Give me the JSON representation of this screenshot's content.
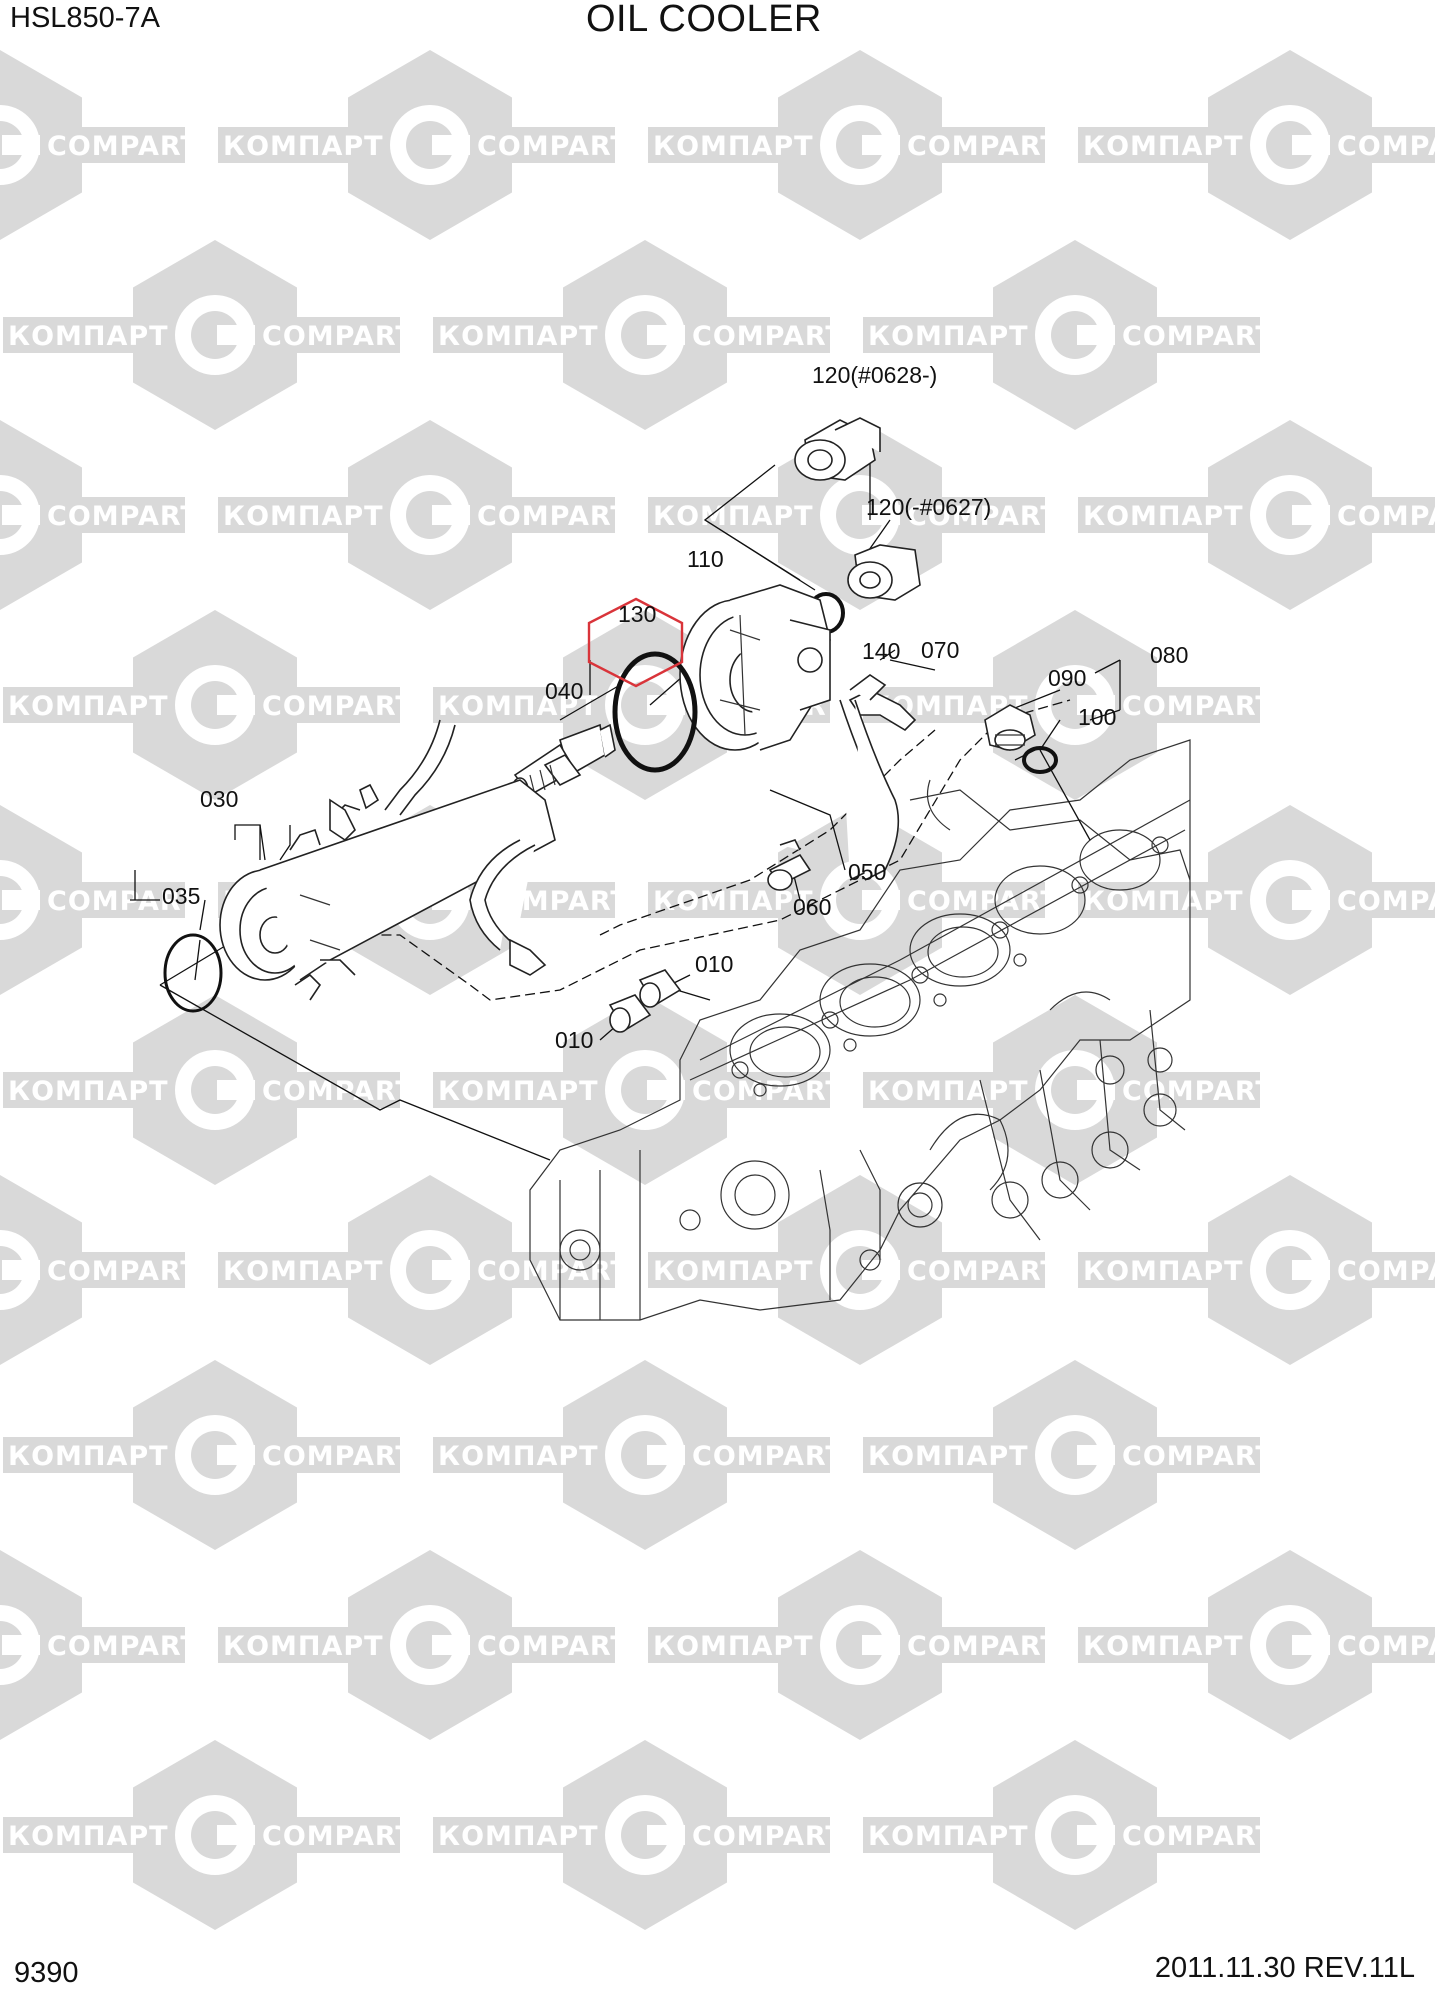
{
  "header": {
    "model": "HSL850-7A",
    "title": "OIL COOLER"
  },
  "footer": {
    "page_number": "9390",
    "revision": "2011.11.30  REV.11L"
  },
  "watermark": {
    "left_text": "КОМПАРТ",
    "right_text": "COMPART",
    "color": "#d9d9d9"
  },
  "highlight_color": "#d9343a",
  "callouts": {
    "p120a": "120(#0628-)",
    "p120b": "120(-#0627)",
    "p110": "110",
    "p130": "130",
    "p140": "140",
    "p070": "070",
    "p080": "080",
    "p090": "090",
    "p100": "100",
    "p040": "040",
    "p030": "030",
    "p035": "035",
    "p050": "050",
    "p060": "060",
    "p010a": "010",
    "p010b": "010"
  }
}
